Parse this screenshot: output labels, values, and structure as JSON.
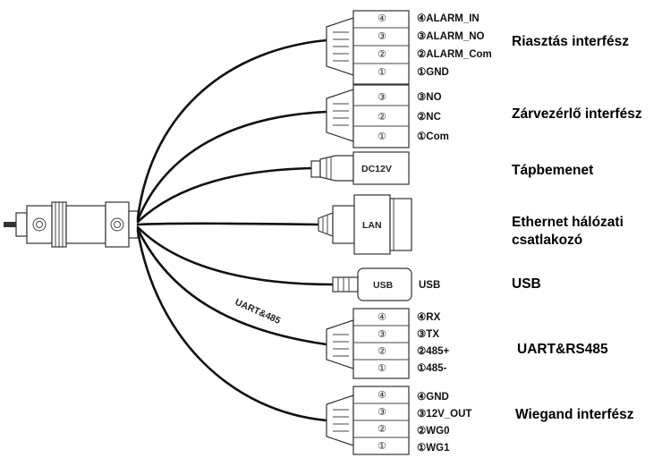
{
  "interfaces": {
    "alarm": {
      "label": "Riasztás interfész",
      "pins": [
        "④ALARM_IN",
        "③ALARM_NO",
        "②ALARM_Com",
        "①GND"
      ],
      "nums": [
        "④",
        "③",
        "②",
        "①"
      ]
    },
    "lock": {
      "label": "Zárvezérlő interfész",
      "pins": [
        "③NO",
        "②NC",
        "①Com"
      ],
      "nums": [
        "③",
        "②",
        "①"
      ]
    },
    "power": {
      "label": "Tápbemenet",
      "connector": "DC12V"
    },
    "ethernet": {
      "label_line1": "Ethernet hálózati",
      "label_line2": "csatlakozó",
      "connector": "LAN"
    },
    "usb": {
      "label": "USB",
      "connector": "USB",
      "side": "USB"
    },
    "uart": {
      "label": "UART&RS485",
      "cable": "UART&485",
      "pins": [
        "④RX",
        "③TX",
        "②485+",
        "①485-"
      ],
      "nums": [
        "④",
        "③",
        "②",
        "①"
      ]
    },
    "wiegand": {
      "label": "Wiegand interfész",
      "pins": [
        "④GND",
        "③12V_OUT",
        "②WG0",
        "①WG1"
      ],
      "nums": [
        "④",
        "③",
        "②",
        "①"
      ]
    }
  }
}
